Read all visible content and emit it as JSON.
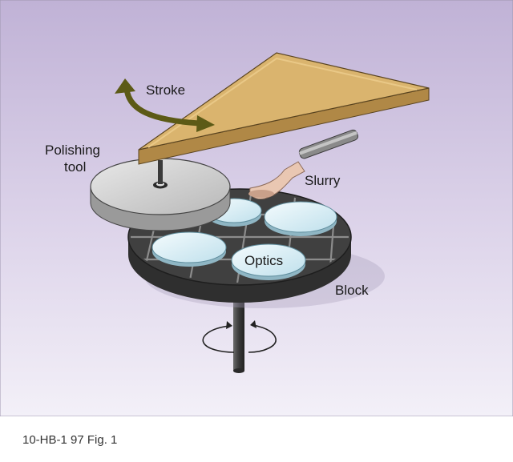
{
  "figure": {
    "labels": {
      "stroke": "Stroke",
      "polishing": "Polishing",
      "tool": "tool",
      "slurry": "Slurry",
      "optics": "Optics",
      "block": "Block"
    },
    "caption": "10-HB-1 97 Fig. 1"
  },
  "colors": {
    "background_top": "#c0b2d6",
    "background_bottom": "#f3f0f8",
    "arm": "#dab46e",
    "arm_top": "#e9c887",
    "arrow": "#5c5a16",
    "tool": "#d4d4d4",
    "block": "#3d3d3d",
    "optic": "#d9eef5",
    "slurry": "#e9c7b2"
  }
}
